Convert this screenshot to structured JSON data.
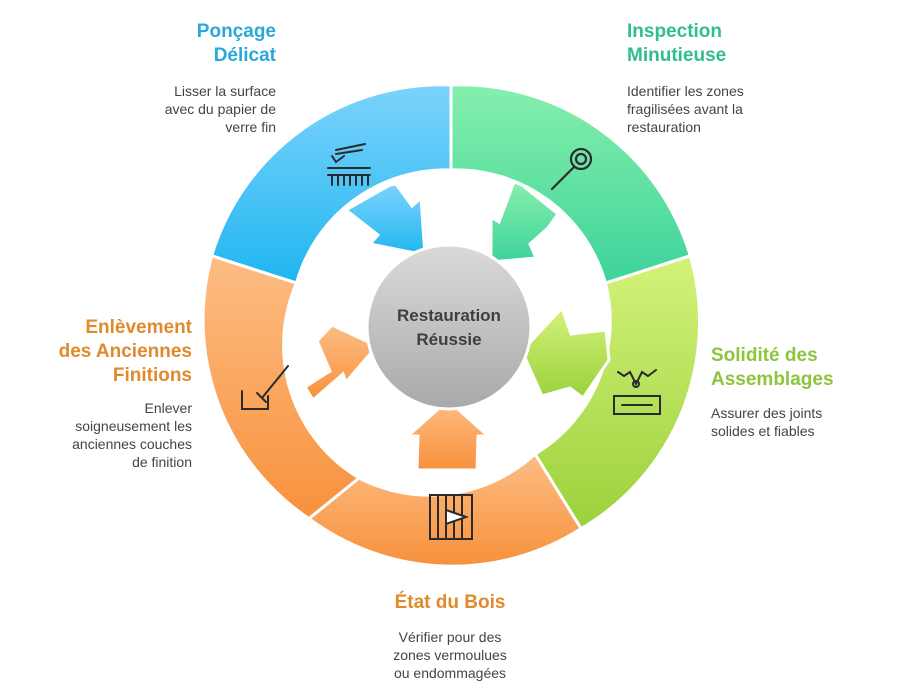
{
  "center": {
    "line1": "Restauration",
    "line2": "Réussie"
  },
  "colors": {
    "blue": "#38bdf8",
    "teal": "#34d399",
    "green": "#a3d94a",
    "orange": "#f59a48",
    "blue_title": "#2aa8d8",
    "teal_title": "#2fbf8c",
    "green_title": "#8cc43c",
    "orange_title": "#e08a2c",
    "center_fill": "#c4c4c4"
  },
  "steps": [
    {
      "id": "poncage",
      "title": "Ponçage\nDélicat",
      "description": "Lisser la surface\navec du papier de\nverre fin",
      "icon": "sanding-icon"
    },
    {
      "id": "inspection",
      "title": "Inspection\nMinutieuse",
      "description": "Identifier les zones\nfragilisées avant la\nrestauration",
      "icon": "magnifier-icon"
    },
    {
      "id": "solidite",
      "title": "Solidité des\nAssemblages",
      "description": "Assurer des joints\nsolides et fiables",
      "icon": "joint-icon"
    },
    {
      "id": "etat",
      "title": "État du Bois",
      "description": "Vérifier pour des\nzones vermoulues\nou endommagées",
      "icon": "wood-icon"
    },
    {
      "id": "enlevement",
      "title": "Enlèvement\ndes Anciennes\nFinitions",
      "description": "Enlever\nsoigneusement les\nanciennes couches\nde finition",
      "icon": "scraper-icon"
    }
  ]
}
